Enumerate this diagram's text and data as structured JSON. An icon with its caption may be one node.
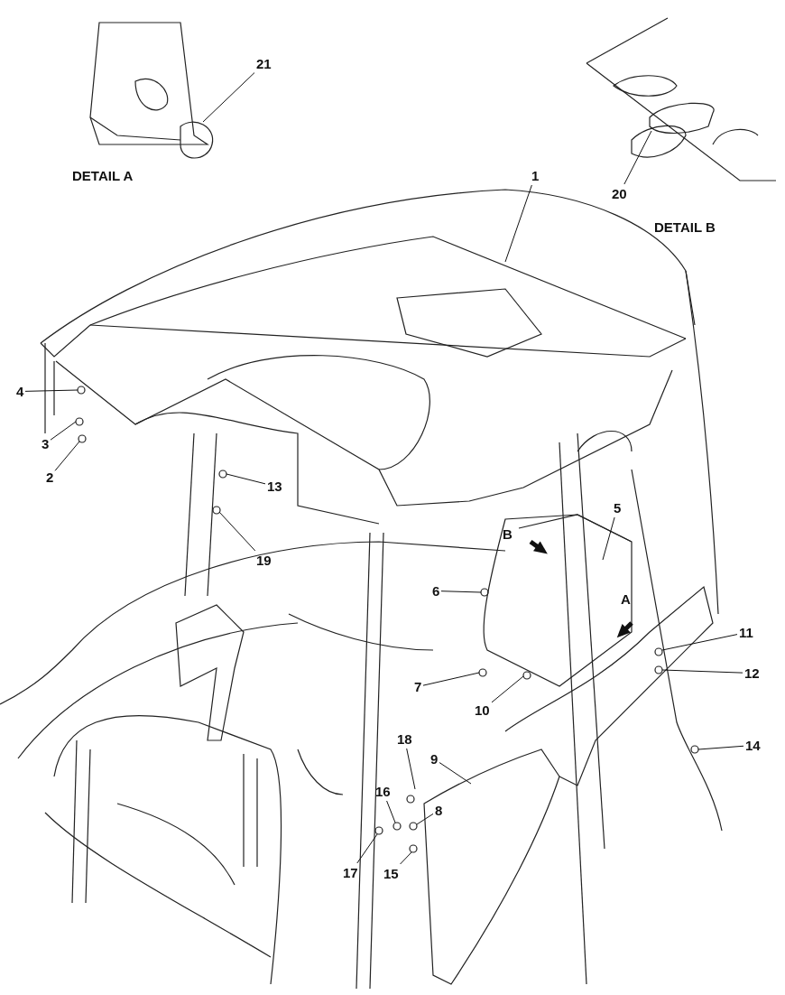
{
  "diagram": {
    "nodes": [
      {
        "text": [
          "21"
        ]
      },
      {
        "text": [
          "20"
        ]
      },
      {
        "text": [
          "1"
        ]
      },
      {
        "text": [
          "4"
        ]
      },
      {
        "text": [
          "3"
        ]
      },
      {
        "text": [
          "2"
        ]
      },
      {
        "text": [
          "13"
        ]
      },
      {
        "text": [
          "5"
        ]
      },
      {
        "text": [
          "19"
        ]
      },
      {
        "text": [
          "6"
        ]
      },
      {
        "text": [
          "11"
        ]
      },
      {
        "text": [
          "12"
        ]
      },
      {
        "text": [
          "7"
        ]
      },
      {
        "text": [
          "10"
        ]
      },
      {
        "text": [
          "18"
        ]
      },
      {
        "text": [
          "9"
        ]
      },
      {
        "text": [
          "14"
        ]
      },
      {
        "text": [
          "16"
        ]
      },
      {
        "text": [
          "8"
        ]
      },
      {
        "text": [
          "17"
        ]
      },
      {
        "text": [
          "15"
        ]
      }
    ],
    "edges": [
      {
        "from": 0,
        "to": null,
        "arrow": "none"
      },
      {
        "from": 1,
        "to": null,
        "arrow": "none"
      },
      {
        "from": 2,
        "to": null,
        "arrow": "none"
      },
      {
        "from": 3,
        "to": null,
        "arrow": "none"
      },
      {
        "from": 4,
        "to": null,
        "arrow": "none"
      },
      {
        "from": 5,
        "to": null,
        "arrow": "none"
      },
      {
        "from": 6,
        "to": null,
        "arrow": "none"
      },
      {
        "from": 7,
        "to": null,
        "arrow": "none"
      },
      {
        "from": 8,
        "to": null,
        "arrow": "none"
      },
      {
        "from": 9,
        "to": null,
        "arrow": "none"
      },
      {
        "from": 10,
        "to": null,
        "arrow": "none"
      },
      {
        "from": 11,
        "to": null,
        "arrow": "none"
      },
      {
        "from": 12,
        "to": null,
        "arrow": "none"
      },
      {
        "from": 13,
        "to": null,
        "arrow": "none"
      },
      {
        "from": 14,
        "to": null,
        "arrow": "none"
      },
      {
        "from": 15,
        "to": null,
        "arrow": "none"
      },
      {
        "from": 16,
        "to": null,
        "arrow": "none"
      },
      {
        "from": 17,
        "to": null,
        "arrow": "none"
      },
      {
        "from": 18,
        "to": null,
        "arrow": "none"
      },
      {
        "from": 19,
        "to": null,
        "arrow": "none"
      },
      {
        "from": 20,
        "to": null,
        "arrow": "none"
      }
    ],
    "labels": [
      "DETAIL A",
      "DETAIL B",
      "B",
      "A"
    ]
  }
}
